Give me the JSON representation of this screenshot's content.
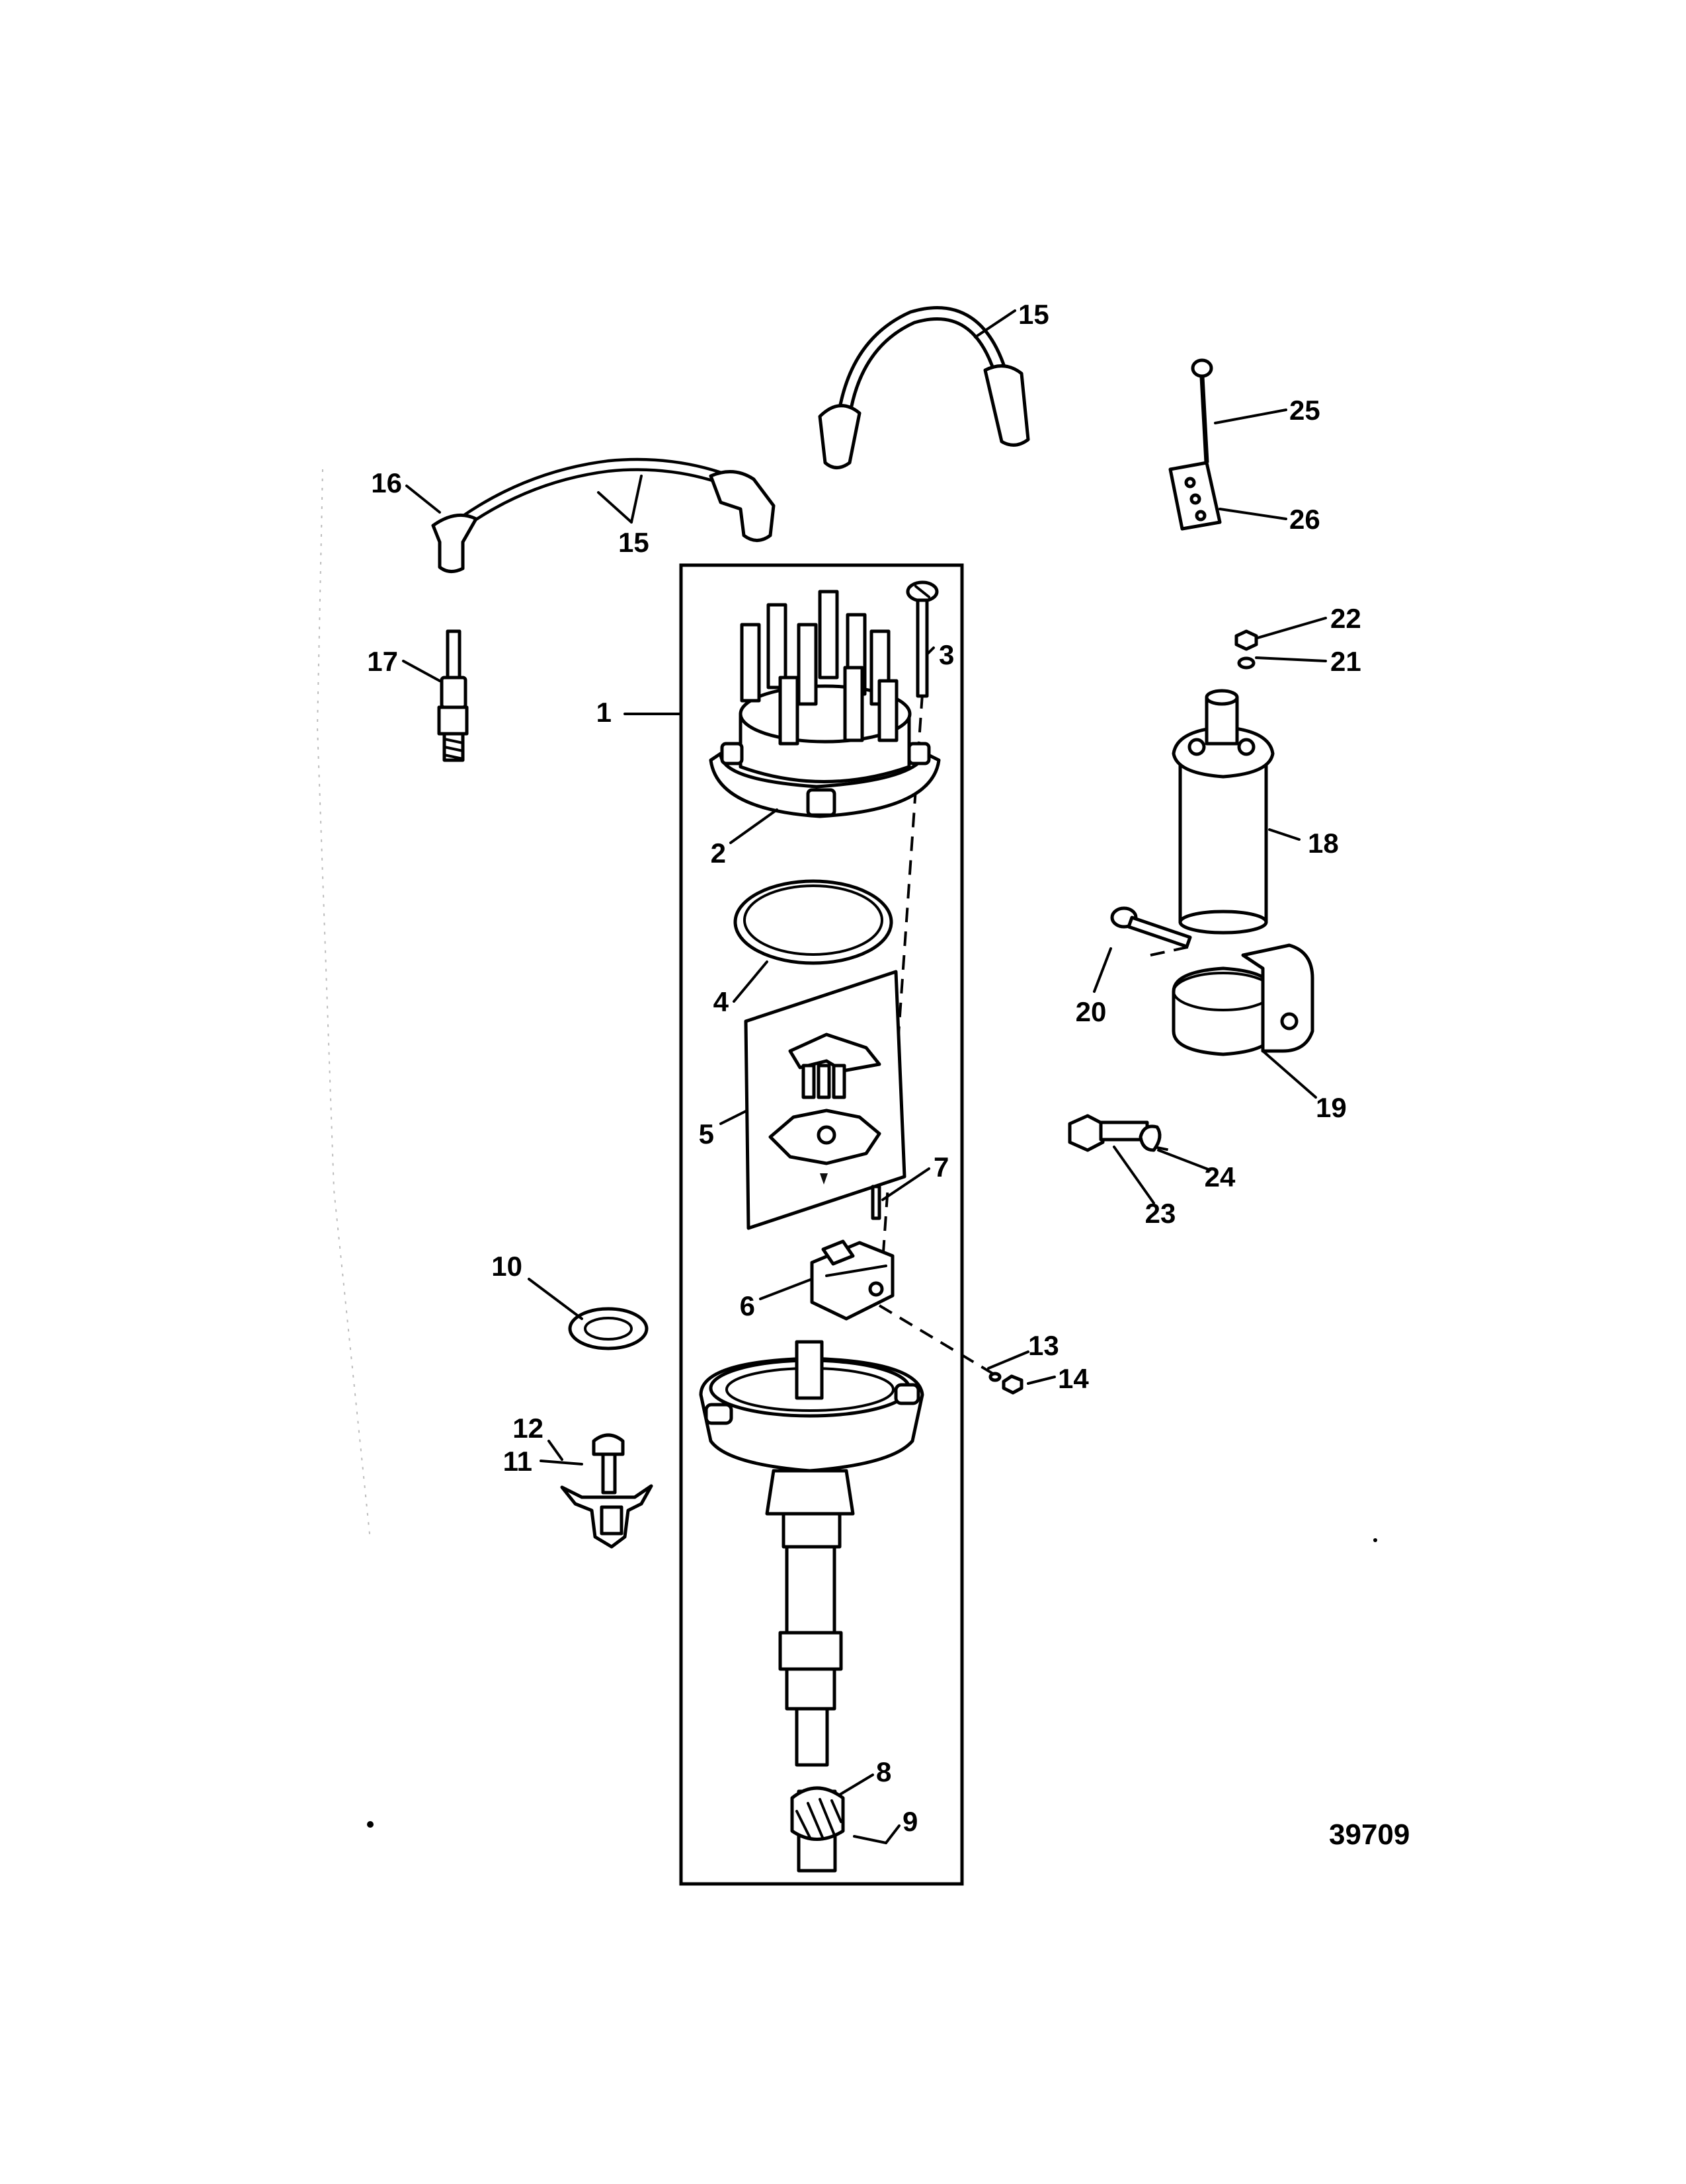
{
  "diagram": {
    "figure_number": "39709",
    "callouts": [
      {
        "id": "c1",
        "label": "1"
      },
      {
        "id": "c2",
        "label": "2"
      },
      {
        "id": "c3",
        "label": "3"
      },
      {
        "id": "c4",
        "label": "4"
      },
      {
        "id": "c5",
        "label": "5"
      },
      {
        "id": "c6",
        "label": "6"
      },
      {
        "id": "c7",
        "label": "7"
      },
      {
        "id": "c8",
        "label": "8"
      },
      {
        "id": "c9",
        "label": "9"
      },
      {
        "id": "c10",
        "label": "10"
      },
      {
        "id": "c11",
        "label": "11"
      },
      {
        "id": "c12",
        "label": "12"
      },
      {
        "id": "c13",
        "label": "13"
      },
      {
        "id": "c14",
        "label": "14"
      },
      {
        "id": "c15a",
        "label": "15"
      },
      {
        "id": "c15b",
        "label": "15"
      },
      {
        "id": "c16",
        "label": "16"
      },
      {
        "id": "c17",
        "label": "17"
      },
      {
        "id": "c18",
        "label": "18"
      },
      {
        "id": "c19",
        "label": "19"
      },
      {
        "id": "c20",
        "label": "20"
      },
      {
        "id": "c21",
        "label": "21"
      },
      {
        "id": "c22",
        "label": "22"
      },
      {
        "id": "c23",
        "label": "23"
      },
      {
        "id": "c24",
        "label": "24"
      },
      {
        "id": "c25",
        "label": "25"
      },
      {
        "id": "c26",
        "label": "26"
      }
    ]
  }
}
